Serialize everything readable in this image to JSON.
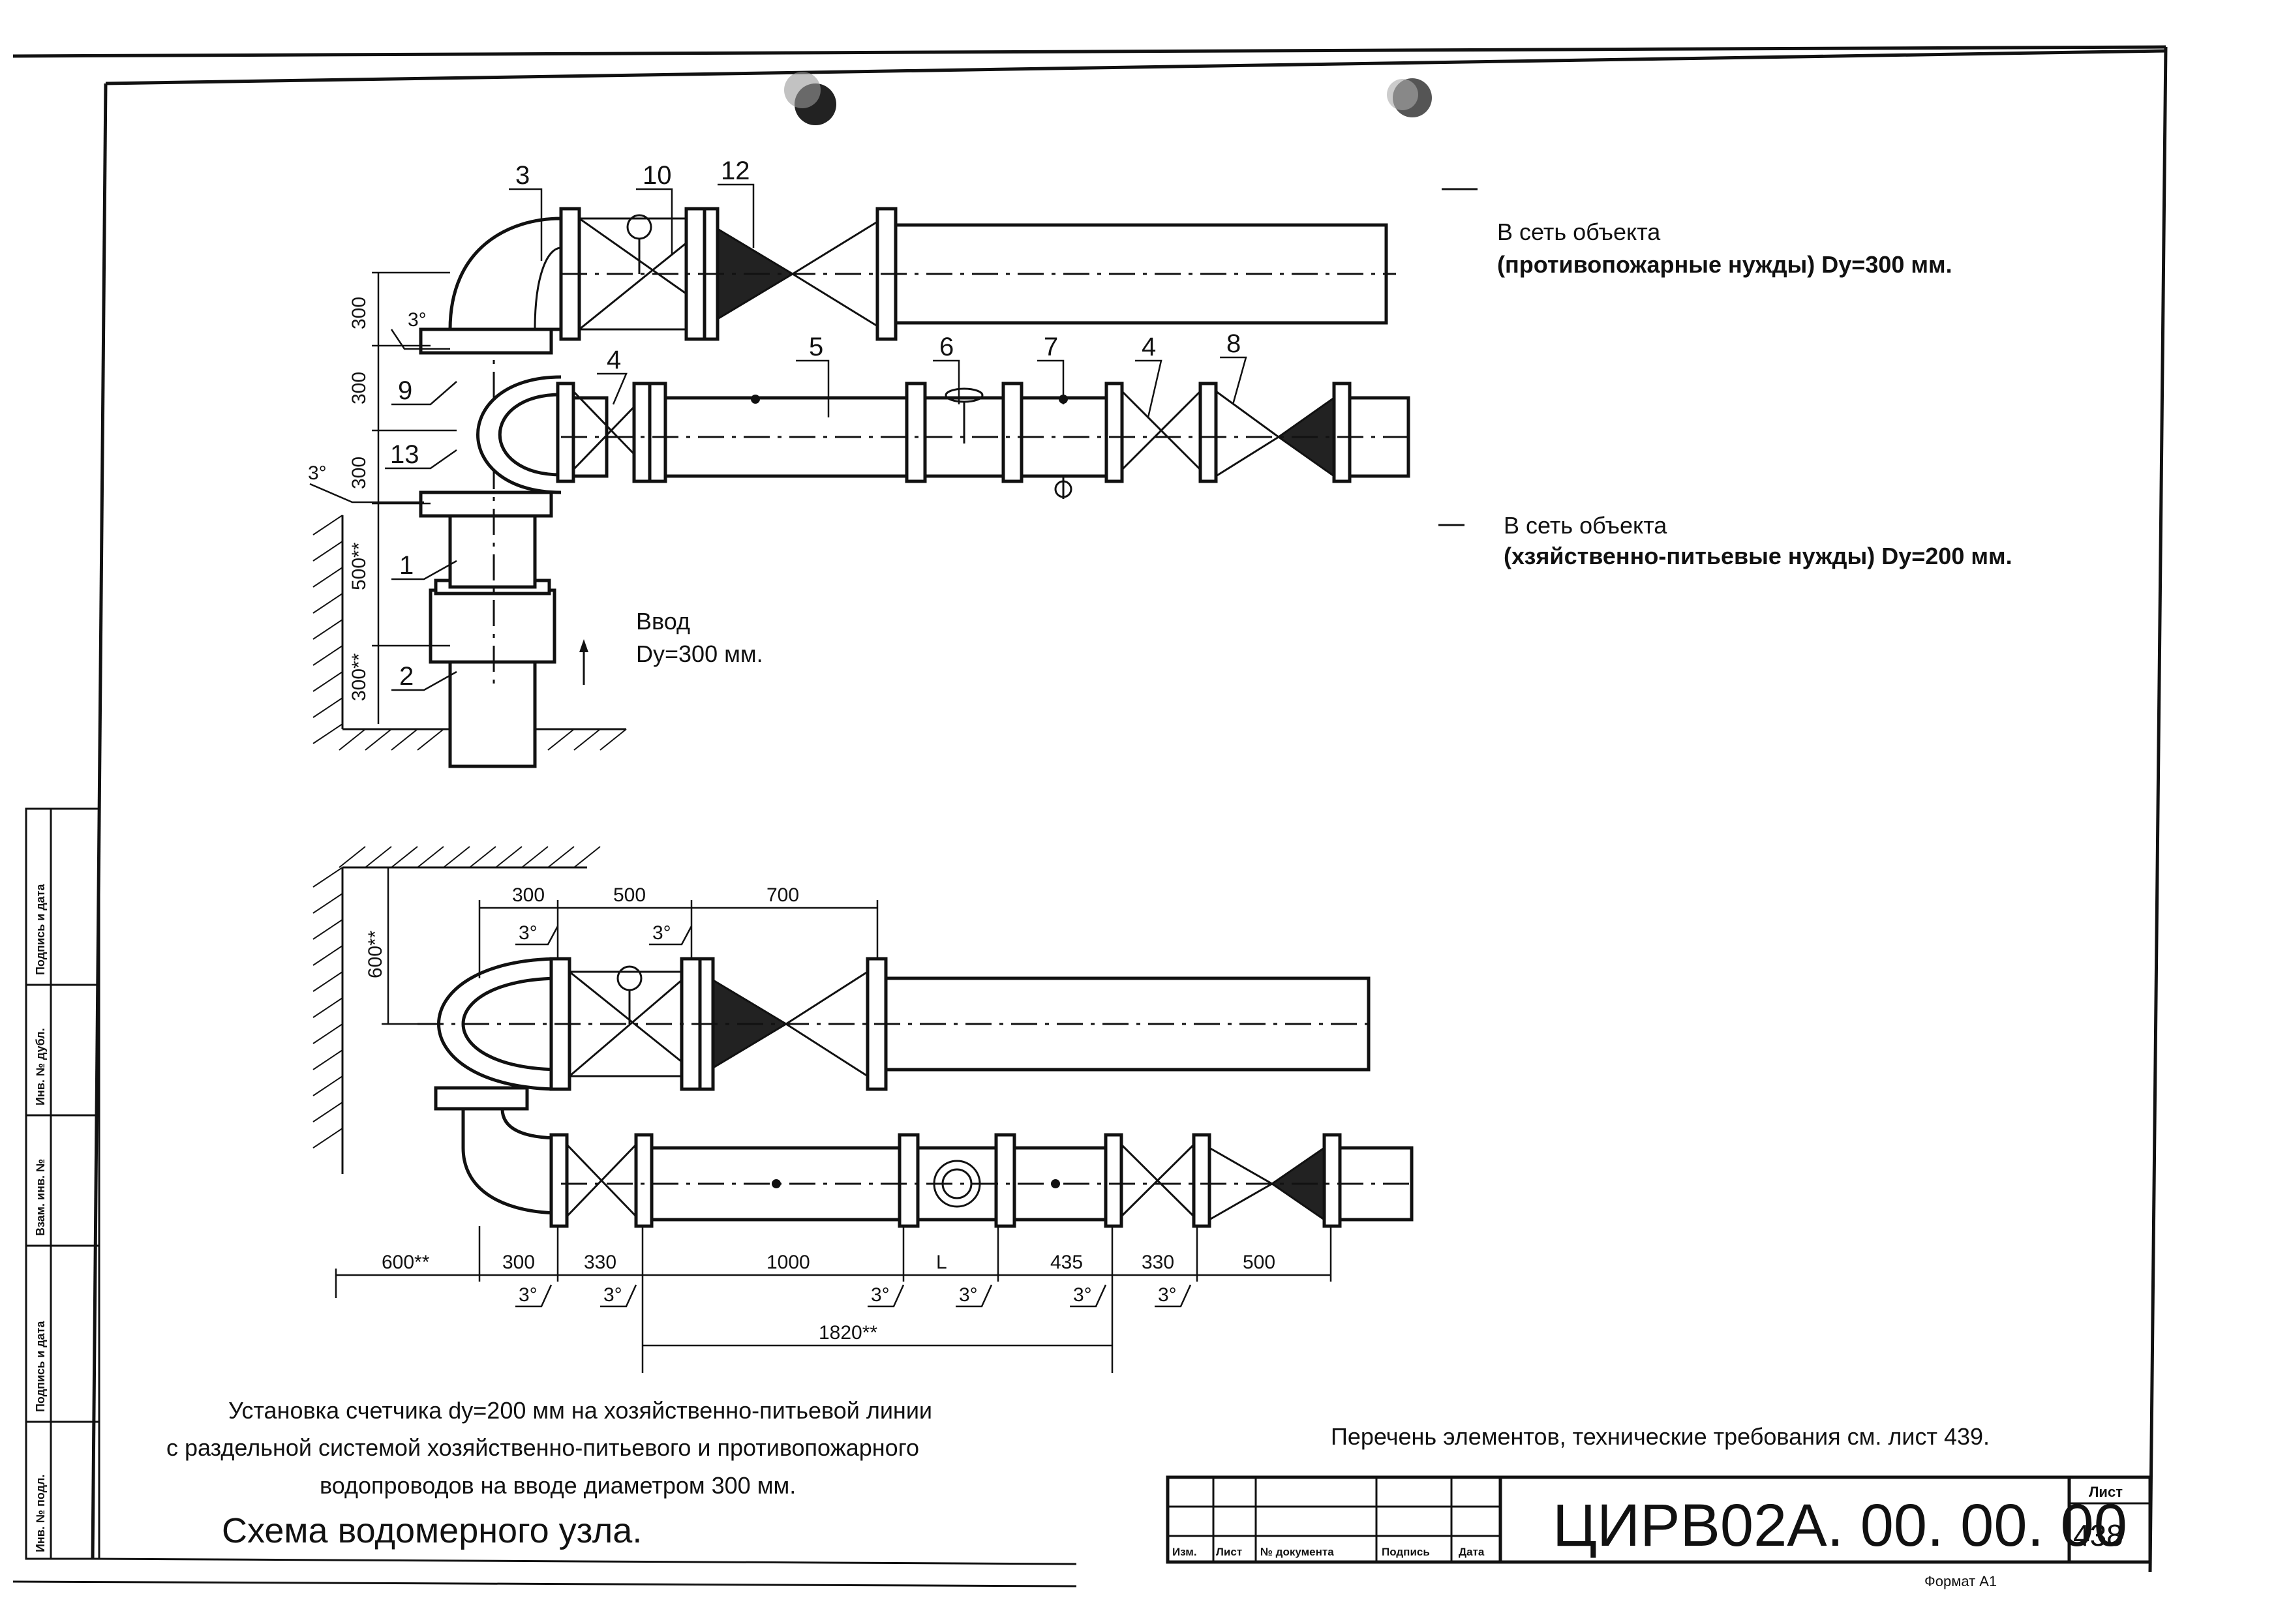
{
  "callouts": [
    "3",
    "10",
    "12",
    "5",
    "6",
    "7",
    "4",
    "8",
    "9",
    "13",
    "1",
    "2"
  ],
  "callout_4": "4",
  "angle_marks": "3°",
  "labels": {
    "fire_network_l1": "В сеть объекта",
    "fire_network_l2": "(противопожарные нужды) Dy=300 мм.",
    "domestic_network_l1": "В сеть объекта",
    "domestic_network_l2": "(хзяйственно-питьевые нужды) Dy=200 мм.",
    "inlet_l1": "Ввод",
    "inlet_l2": "Dy=300 мм."
  },
  "top_view_dims": {
    "v1": "300",
    "v2": "300",
    "v3": "300",
    "v4": "500**",
    "v5": "300**"
  },
  "plan_dims": {
    "top": [
      "300",
      "500",
      "700"
    ],
    "side": "600**",
    "bottom": [
      "600**",
      "300",
      "330",
      "1000",
      "L",
      "435",
      "330",
      "500"
    ],
    "total": "1820**"
  },
  "caption": {
    "line1": "Установка счетчика dy=200 мм  на хозяйственно-питьевой линии",
    "line2": "с раздельной  системой хозяйственно-питьевого и противопожарного",
    "line3": "водопроводов на вводе диаметром 300 мм.",
    "title": "Схема водомерного узла."
  },
  "reference_note": "Перечень элементов, технические требования см. лист 439.",
  "title_block": {
    "code": "ЦИРВ02А. 00. 00. 00",
    "sheet_label": "Лист",
    "sheet_number": "438",
    "columns": [
      "Изм.",
      "Лист",
      "№ документа",
      "Подпись",
      "Дата"
    ],
    "format": "Формат А1"
  },
  "side_stamp": [
    "Инв. № подл.",
    "Подпись и дата",
    "Взам. инв. №",
    "Инв. № дубл.",
    "Подпись и дата"
  ]
}
